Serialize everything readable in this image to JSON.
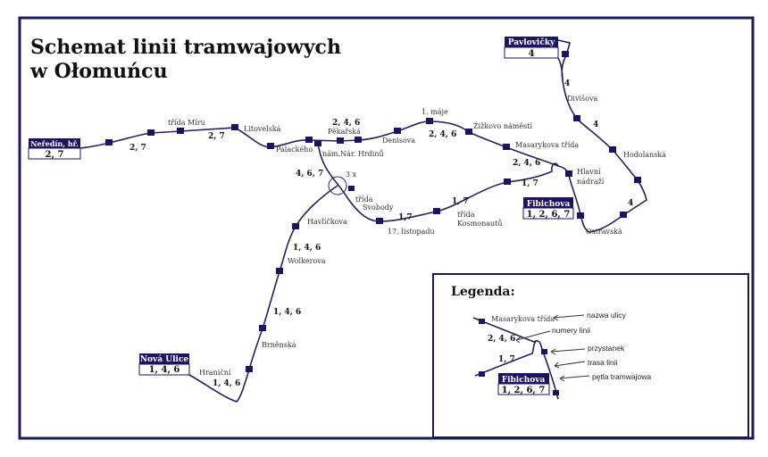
{
  "title": {
    "line1": "Schemat linii tramwajowych",
    "line2": "w Ołomuńcu"
  },
  "terminals": {
    "nedin": {
      "name": "Neředín, hř.",
      "lines": "2, 7"
    },
    "pavlovicky": {
      "name": "Pavlovičky",
      "lines": "4"
    },
    "fibichova": {
      "name": "Fibichova",
      "lines": "1, 2, 6, 7"
    },
    "nova_ulice": {
      "name": "Nová Ulice",
      "lines": "1, 4, 6"
    }
  },
  "streets": {
    "trida_miru": "třída Míru",
    "litovelska": "Litovelská",
    "palackeho": "Palackého",
    "pekarska": "Pěkařská",
    "nam_nar_hrdinu": "nám.Nár. Hrdinů",
    "denisova": "Denisova",
    "prvni_maje": "1. máje",
    "zizkovo": "Žižkovo náměstí",
    "masarykova": "Masarykova třída",
    "hlavni1": "Hlavní",
    "hlavni2": "nádraží",
    "divisova": "Divišova",
    "hodolanska": "Hodolanská",
    "ostravska": "Ostravská",
    "trida_svobody1": "třída",
    "trida_svobody2": "Svobody",
    "listopadu": "17. listopadu",
    "kosmonautu1": "třída",
    "kosmonautu2": "Kosmonautů",
    "havlickova": "Havlíčkova",
    "wolkerova": "Wolkerova",
    "brnenska": "Brněnská",
    "hranicni": "Hraniční",
    "three_x": "3 x"
  },
  "line_labels": {
    "l27a": "2, 7",
    "l27b": "2, 7",
    "l246a": "2, 4, 6",
    "l246b": "2, 4, 6",
    "l246c": "2, 4, 6",
    "l467": "4, 6, 7",
    "l4a": "4",
    "l4b": "4",
    "l4c": "4",
    "l17a": "1, 7",
    "l17b": "1, 7",
    "l17c": "1,7",
    "l146a": "1, 4, 6",
    "l146b": "1, 4, 6",
    "l146c": "1, 4, 6"
  },
  "legend": {
    "title": "Legenda:",
    "sample_street": "Masarykova třída",
    "sample_lines1": "2, 4, 6",
    "sample_lines2": "1, 7",
    "sample_terminal_name": "Fibichova",
    "sample_terminal_lines": "1, 2, 6, 7",
    "notes": {
      "street_name": "nazwa ulicy",
      "line_numbers": "numery linii",
      "stop": "przystanek",
      "route": "trasa linii",
      "loop": "pętla tramwajowa"
    }
  },
  "colors": {
    "line": "#23235e",
    "stop": "#1b1464",
    "terminal_header": "#1b1464"
  }
}
